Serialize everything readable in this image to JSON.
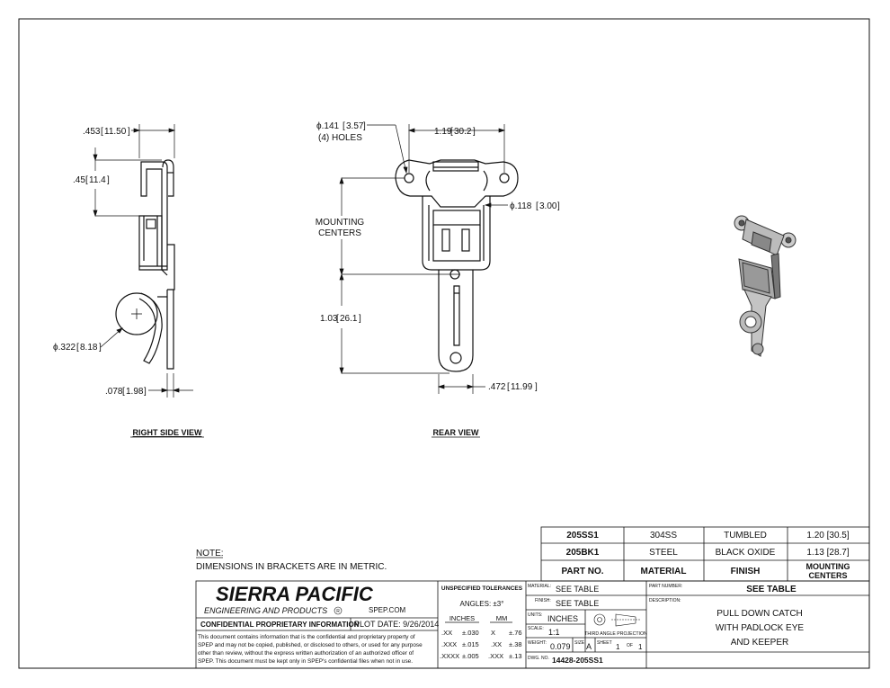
{
  "views": {
    "side": {
      "title": "RIGHT SIDE VIEW",
      "dims": {
        "d1": ".453",
        "d1m": "11.50",
        "d2": ".45",
        "d2m": "11.4",
        "d3": "ϕ.322",
        "d3m": "8.18",
        "d4": ".078",
        "d4m": "1.98"
      }
    },
    "rear": {
      "title": "REAR VIEW",
      "dims": {
        "holes": "ϕ.141",
        "holesm": "3.57",
        "holes_note": "(4) HOLES",
        "width": "1.19",
        "widthm": "30.2",
        "pin": "ϕ.118",
        "pinm": "3.00",
        "mc1": "MOUNTING",
        "mc2": "CENTERS",
        "mc_val": "1.03",
        "mc_valm": "26.1",
        "tab": ".472",
        "tabm": "11.99"
      }
    }
  },
  "note": {
    "title": "NOTE:",
    "text": "DIMENSIONS IN BRACKETS ARE IN METRIC."
  },
  "parts_table": {
    "rows": [
      [
        "205SS1",
        "304SS",
        "TUMBLED",
        "1.20 [30.5]"
      ],
      [
        "205BK1",
        "STEEL",
        "BLACK OXIDE",
        "1.13 [28.7]"
      ]
    ],
    "headers": [
      "PART NO.",
      "MATERIAL",
      "FINISH",
      "MOUNTING",
      "CENTERS"
    ]
  },
  "title_block": {
    "company": "SIERRA PACIFIC",
    "company_sub": "ENGINEERING AND PRODUCTS",
    "reg": "R",
    "url": "SPEP.COM",
    "confidential": "CONFIDENTIAL PROPRIETARY INFORMATION",
    "plot_date": "PLOT DATE:  9/26/2014",
    "disclaimer": [
      "This document contains information that is the confidential and proprietary property of",
      "SPEP and may not be copied, published, or disclosed to others, or used for any purpose",
      "other than review, without the express written authorization of an authorized officer of",
      "SPEP. This document must be kept only in SPEP's confidential files when not in use."
    ],
    "tolerances": {
      "title": "UNSPECIFIED TOLERANCES",
      "angles": "ANGLES: ±3°",
      "col_in": "INCHES",
      "col_mm": "MM",
      "rows": [
        [
          ".XX",
          "±.030",
          "X",
          "±.76"
        ],
        [
          ".XXX",
          "±.015",
          ".XX",
          "±.38"
        ],
        [
          ".XXXX",
          "±.005",
          ".XXX",
          "±.13"
        ]
      ]
    },
    "material_label": "MATERIAL:",
    "material": "SEE TABLE",
    "finish_label": "FINISH:",
    "finish": "SEE TABLE",
    "units_label": "UNITS:",
    "units": "INCHES",
    "projection": "THIRD ANGLE PROJECTION",
    "scale_label": "SCALE:",
    "scale": "1:1",
    "weight_label": "WEIGHT:",
    "weight": "0.079",
    "size_label": "SIZE",
    "size": "A",
    "sheet_label": "SHEET",
    "sheet": "1",
    "of_label": "OF",
    "sheet_total": "1",
    "dwg_label": "DWG. NO.",
    "dwg_no": "14428-205SS1",
    "partnumber_label": "PART NUMBER:",
    "partnumber": "SEE TABLE",
    "description_label": "DESCRIPTION:",
    "description": [
      "PULL DOWN CATCH",
      "WITH PADLOCK EYE",
      "AND KEEPER"
    ]
  }
}
